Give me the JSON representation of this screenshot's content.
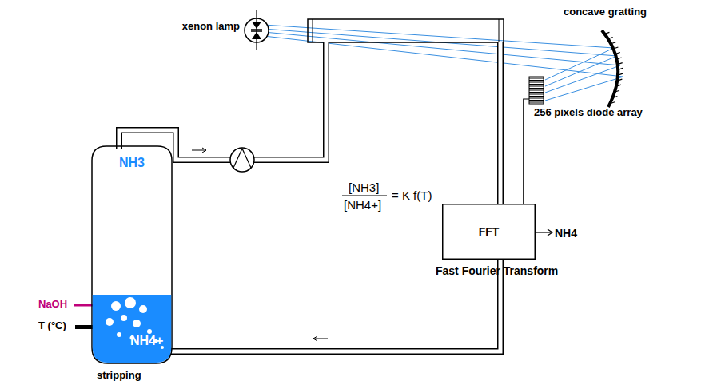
{
  "diagram": {
    "nodes": [
      {
        "text": [
          "xenon lamp"
        ]
      },
      {
        "text": [
          "concave gratting"
        ]
      },
      {
        "text": [
          "256 pixels diode array"
        ]
      },
      {
        "text": [
          "NH3",
          "NH4+",
          "stripping"
        ]
      },
      {
        "text": [
          "FFT",
          "Fast Fourier Transform"
        ]
      }
    ],
    "edges": [
      {
        "from": 2,
        "to": 4,
        "arrow": "none"
      }
    ],
    "labels": [
      "NaOH",
      "T (°C)",
      "[NH3]",
      "[NH4+]",
      "= K f(T)",
      "NH4"
    ]
  }
}
